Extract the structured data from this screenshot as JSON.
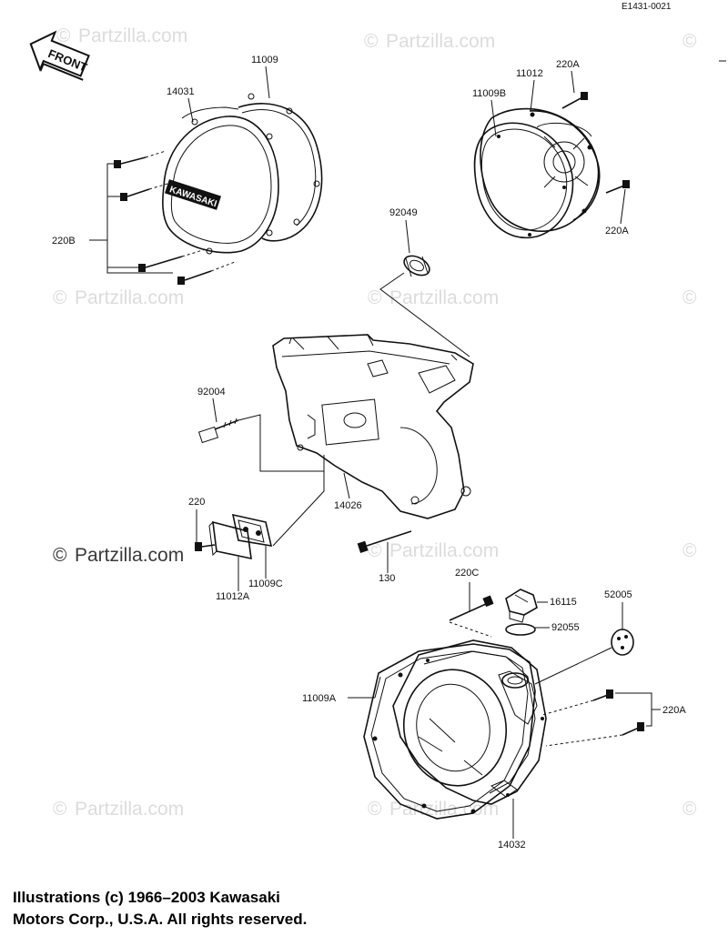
{
  "document_id": "E1431-0021",
  "front_label": "FRONT",
  "watermark": "Partzilla.com",
  "watermark_symbol": "©",
  "labels": {
    "p14031": "14031",
    "p11009": "11009",
    "p220B": "220B",
    "p11012": "11012",
    "p220A_top": "220A",
    "p11009B": "11009B",
    "p220A_right": "220A",
    "p92049": "92049",
    "p92004": "92004",
    "p14026": "14026",
    "p220": "220",
    "p11009C": "11009C",
    "p11012A": "11012A",
    "p130": "130",
    "p220C": "220C",
    "p16115": "16115",
    "p52005": "52005",
    "p92055": "92055",
    "p11009A": "11009A",
    "p220A_bottom": "220A",
    "p14032": "14032"
  },
  "copyright_lines": [
    "Illustrations (c) 1966–2003 Kawasaki",
    "Motors Corp., U.S.A.  All rights reserved."
  ]
}
